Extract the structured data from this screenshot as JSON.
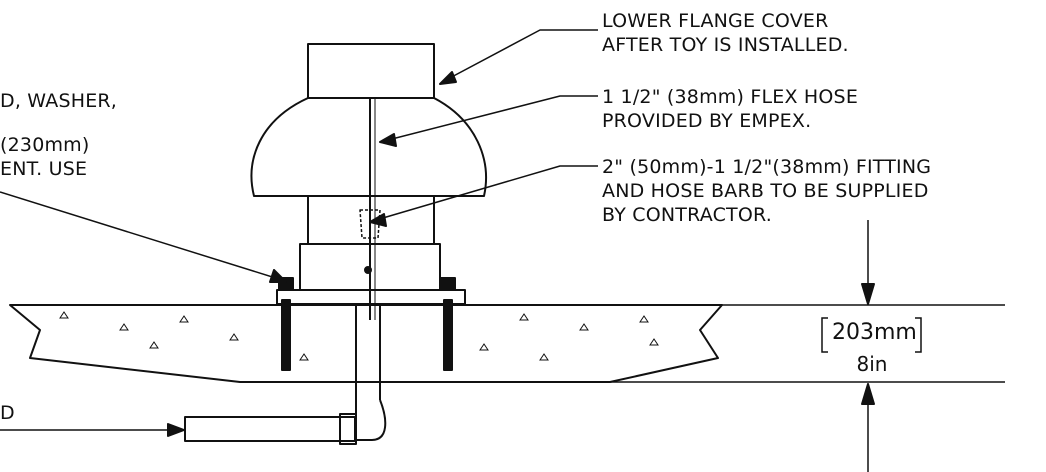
{
  "callouts": {
    "flange_cover": {
      "line1": "LOWER FLANGE COVER",
      "line2": "AFTER TOY IS INSTALLED."
    },
    "flex_hose": {
      "line1": "1 1/2\" (38mm) FLEX HOSE",
      "line2": "PROVIDED BY EMPEX."
    },
    "fitting": {
      "line1": "2\" (50mm)-1 1/2\"(38mm) FITTING",
      "line2": "AND HOSE BARB TO BE SUPPLIED",
      "line3": "BY CONTRACTOR."
    },
    "anchor_partial": {
      "line1": "D, WASHER,",
      "line2": "(230mm)",
      "line3": "ENT. USE"
    },
    "pipe_partial": {
      "line1": "D"
    }
  },
  "dimension": {
    "metric": "203mm",
    "imperial": "8in"
  },
  "colors": {
    "ink": "#111111",
    "background": "#ffffff"
  }
}
